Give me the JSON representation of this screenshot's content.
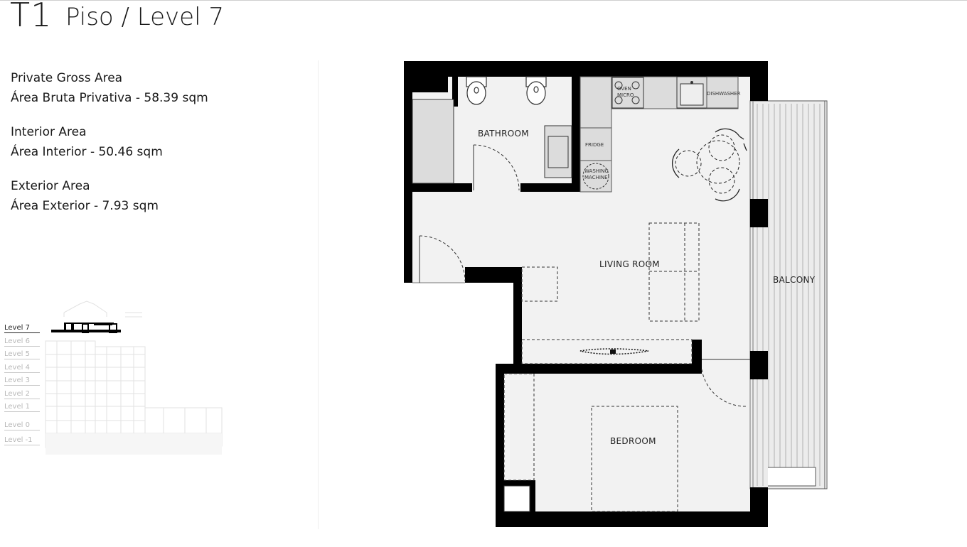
{
  "header": {
    "unit_code": "T1",
    "level_title": "Piso / Level 7"
  },
  "areas": [
    {
      "en": "Private Gross Area",
      "pt": "Área Bruta Privativa - 58.39 sqm"
    },
    {
      "en": "Interior Area",
      "pt": "Área Interior - 50.46 sqm"
    },
    {
      "en": "Exterior Area",
      "pt": "Área Exterior - 7.93 sqm"
    }
  ],
  "levels": [
    {
      "label": "Level 7",
      "active": true
    },
    {
      "label": "Level 6",
      "active": false
    },
    {
      "label": "Level 5",
      "active": false
    },
    {
      "label": "Level 4",
      "active": false
    },
    {
      "label": "Level 3",
      "active": false
    },
    {
      "label": "Level 2",
      "active": false
    },
    {
      "label": "Level 1",
      "active": false
    },
    {
      "label": "Level 0",
      "active": false
    },
    {
      "label": "Level -1",
      "active": false
    }
  ],
  "rooms": {
    "bathroom": "BATHROOM",
    "living_room": "LIVING ROOM",
    "bedroom": "BEDROOM",
    "balcony": "BALCONY"
  },
  "appliances": {
    "oven": "OVEN",
    "micro": "MICRO",
    "dishwasher": "DISHWASHER",
    "fridge": "FRIDGE",
    "washing_1": "WASHING",
    "washing_2": "MACHINE"
  },
  "colors": {
    "wall": "#000000",
    "floor": "#f2f2f2",
    "fixture": "#dcdcdc",
    "inactive_level": "#b8b8b8"
  }
}
